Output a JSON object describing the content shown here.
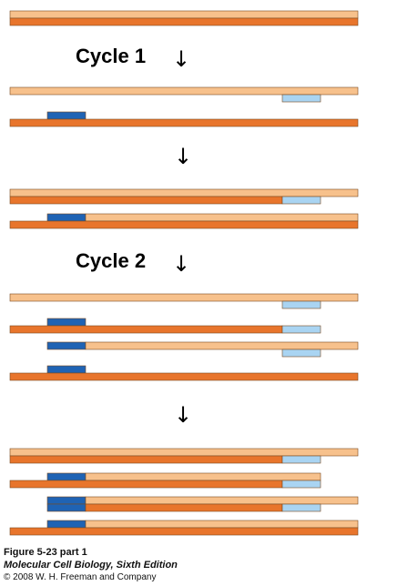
{
  "colors": {
    "template_strand": "#e8752c",
    "new_strand": "#f7c18c",
    "primer_dark": "#1f63b4",
    "primer_light": "#a9d4f2",
    "outline": "#7a4a1f"
  },
  "labels": {
    "cycle1": "Cycle 1",
    "cycle2": "Cycle 2",
    "arrow": "↓"
  },
  "caption": {
    "figure": "Figure 5-23 part 1",
    "book": "Molecular Cell Biology, Sixth Edition",
    "copyright": "© 2008 W. H. Freeman and Company"
  }
}
